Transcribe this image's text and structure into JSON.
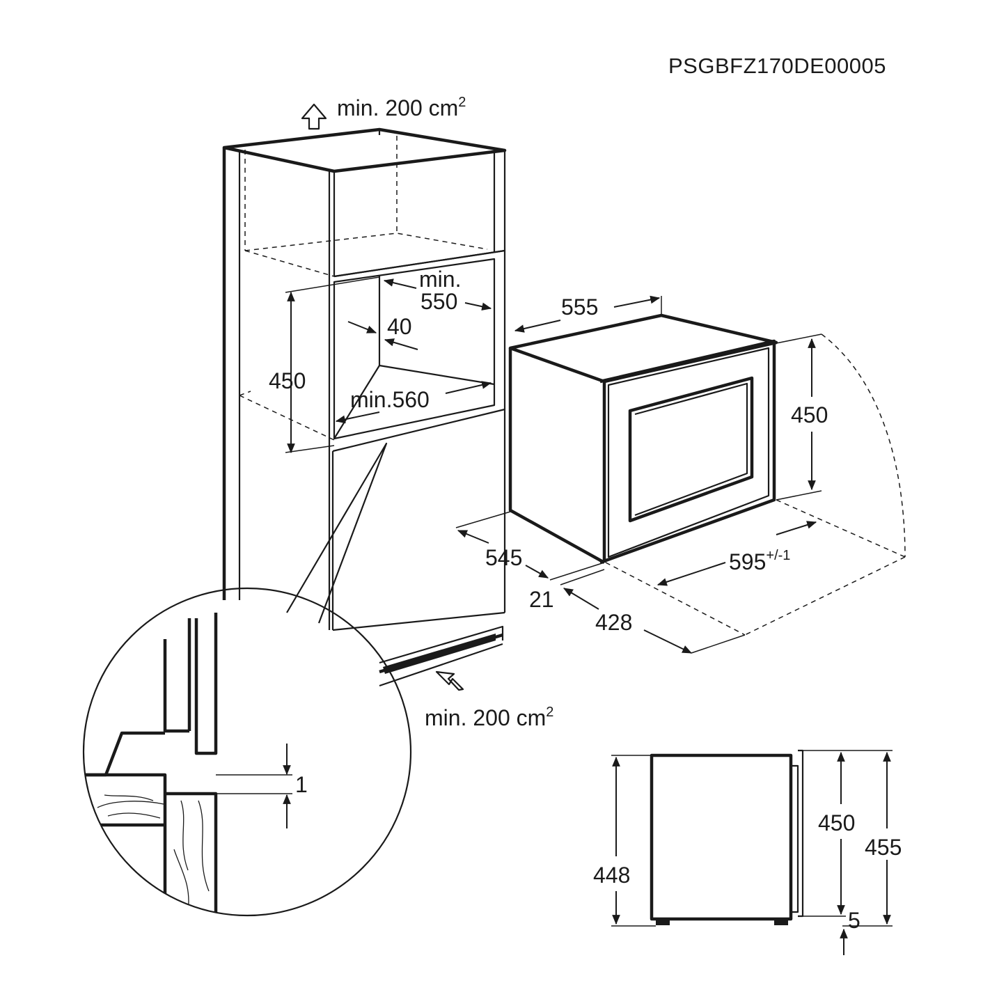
{
  "diagram": {
    "code": "PSGBFZ170DE00005",
    "ventilation_top": {
      "text": "min. 200 cm",
      "sup": "2"
    },
    "ventilation_bottom": {
      "text": "min. 200 cm",
      "sup": "2"
    },
    "niche": {
      "min_depth_word": "min.",
      "min_depth_value": "550",
      "gap": "40",
      "height": "450",
      "min_width": "min.560"
    },
    "appliance": {
      "depth": "555",
      "height": "450",
      "total_depth": "545",
      "width": "595",
      "width_tolerance": "+/-1",
      "door_thickness": "21",
      "door_swing": "428"
    },
    "detail": {
      "gap": "1"
    },
    "side_view": {
      "body_height": "448",
      "front_height": "450",
      "total_height": "455",
      "foot": "5"
    },
    "icons": [
      "arrow-up-icon",
      "arrow-diagonal-icon",
      "dimension-arrow-icon"
    ]
  }
}
